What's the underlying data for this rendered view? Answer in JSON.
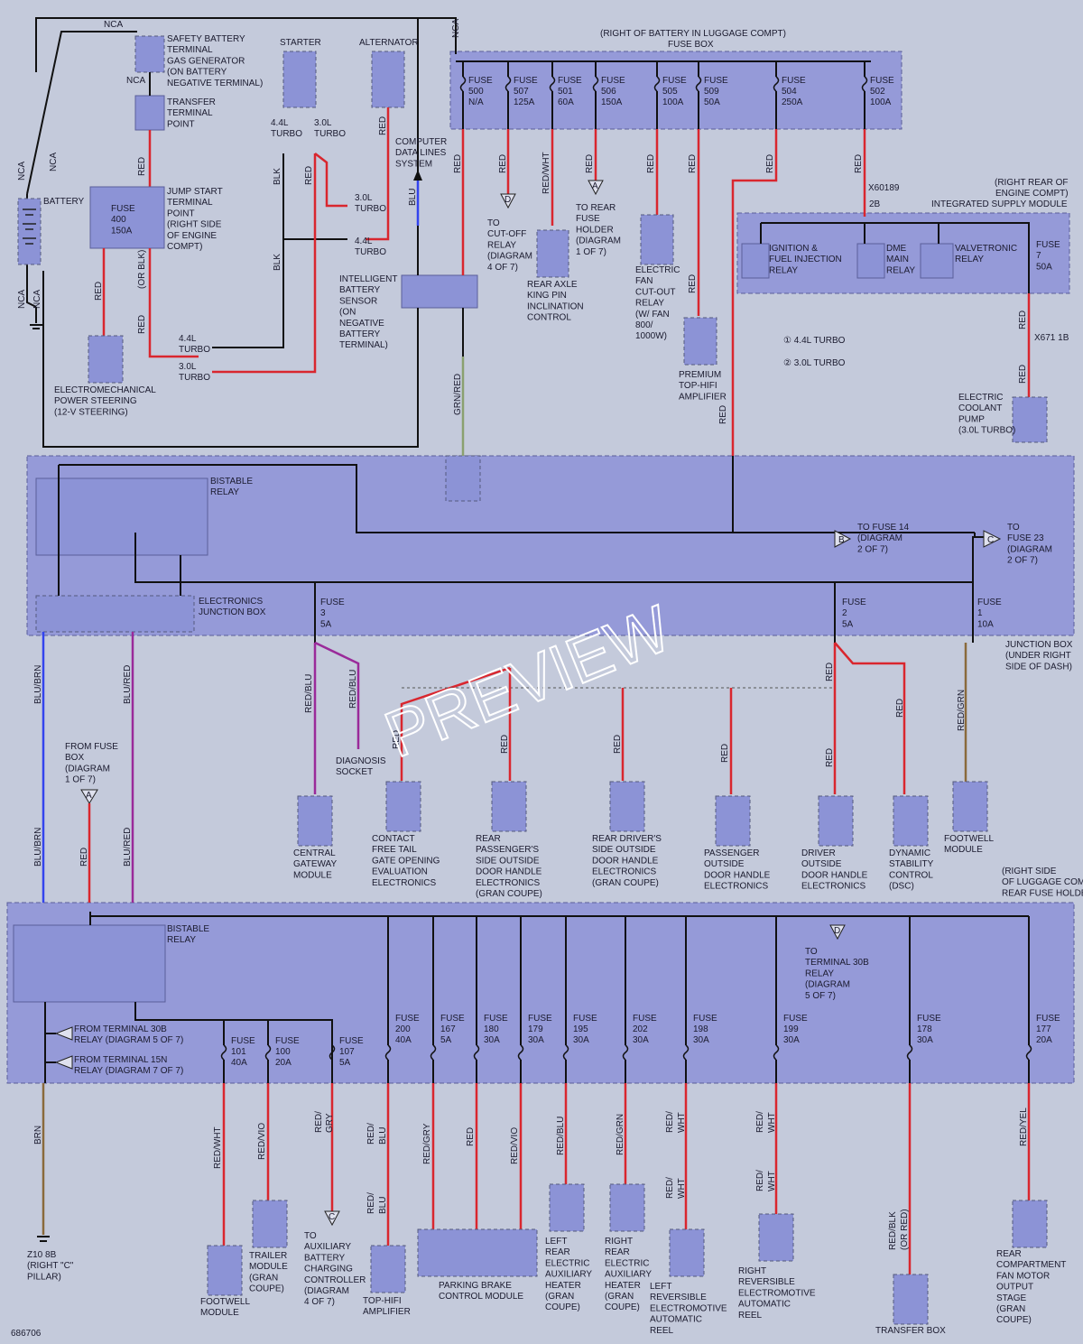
{
  "watermark": "PREVIEW",
  "diagram_id": "686706",
  "header": {
    "fuse_box_line1": "(RIGHT OF BATTERY IN LUGGAGE COMPT)",
    "fuse_box_line2": "FUSE BOX"
  },
  "battery": {
    "label": "BATTERY",
    "nca": "NCA"
  },
  "top_components": {
    "safety": [
      "SAFETY BATTERY",
      "TERMINAL",
      "GAS GENERATOR",
      "(ON BATTERY",
      "NEGATIVE TERMINAL)"
    ],
    "transfer": [
      "TRANSFER",
      "TERMINAL",
      "POINT"
    ],
    "starter": "STARTER",
    "alternator": "ALTERNATOR",
    "jump_start": [
      "JUMP START",
      "TERMINAL",
      "POINT",
      "(RIGHT SIDE",
      "OF ENGINE",
      "COMPT)"
    ],
    "fuse400": [
      "FUSE",
      "400",
      "150A"
    ],
    "eps": [
      "ELECTROMECHANICAL",
      "POWER STEERING",
      "(12-V STEERING)"
    ],
    "cdl": [
      "COMPUTER",
      "DATA LINES",
      "SYSTEM"
    ],
    "ibs": [
      "INTELLIGENT",
      "BATTERY",
      "SENSOR",
      "(ON",
      "NEGATIVE",
      "BATTERY",
      "TERMINAL)"
    ],
    "turbo44": [
      "4.4L",
      "TURBO"
    ],
    "turbo30": [
      "3.0L",
      "TURBO"
    ]
  },
  "top_fuses": [
    {
      "n": "500",
      "a": "N/A"
    },
    {
      "n": "507",
      "a": "125A"
    },
    {
      "n": "501",
      "a": "60A"
    },
    {
      "n": "506",
      "a": "150A"
    },
    {
      "n": "505",
      "a": "100A"
    },
    {
      "n": "509",
      "a": "50A"
    },
    {
      "n": "504",
      "a": "250A"
    },
    {
      "n": "502",
      "a": "100A"
    }
  ],
  "top_loads": {
    "cutoff": [
      "TO",
      "CUT-OFF",
      "RELAY",
      "(DIAGRAM",
      "4 OF 7)"
    ],
    "rear_axle": [
      "REAR AXLE",
      "KING PIN",
      "INCLINATION",
      "CONTROL"
    ],
    "rear_fuse": [
      "TO REAR",
      "FUSE",
      "HOLDER",
      "(DIAGRAM",
      "1 OF 7)"
    ],
    "efan": [
      "ELECTRIC",
      "FAN",
      "CUT-OUT",
      "RELAY",
      "(W/ FAN",
      "800/",
      "1000W)"
    ],
    "hifi": [
      "PREMIUM",
      "TOP-HIFI",
      "AMPLIFIER"
    ],
    "coolant": [
      "ELECTRIC",
      "COOLANT",
      "PUMP",
      "(3.0L TURBO)"
    ]
  },
  "supply": {
    "label_a": "(RIGHT REAR OF",
    "label_b": "ENGINE COMPT)",
    "label_c": "INTEGRATED SUPPLY MODULE",
    "conn_a": "X60189",
    "conn_b": "2B",
    "ign": [
      "IGNITION &",
      "FUEL INJECTION",
      "RELAY"
    ],
    "dme": [
      "DME",
      "MAIN",
      "RELAY"
    ],
    "valve": [
      "VALVETRONIC",
      "RELAY"
    ],
    "fuse7": [
      "FUSE",
      "7",
      "50A"
    ],
    "x671": "X671 1B",
    "legend1": "4.4L TURBO",
    "legend2": "3.0L TURBO"
  },
  "ejb": {
    "bistable": [
      "BISTABLE",
      "RELAY"
    ],
    "ejb_label": [
      "ELECTRONICS",
      "JUNCTION BOX"
    ],
    "to_fuse14": [
      "TO FUSE 14",
      "(DIAGRAM",
      "2 OF 7)"
    ],
    "to_fuse23": [
      "TO",
      "FUSE 23",
      "(DIAGRAM",
      "2 OF 7)"
    ],
    "fuse3": [
      "FUSE",
      "3",
      "5A"
    ],
    "fuse2": [
      "FUSE",
      "2",
      "5A"
    ],
    "fuse1": [
      "FUSE",
      "1",
      "10A"
    ],
    "jbox": [
      "JUNCTION BOX",
      "(UNDER RIGHT",
      "SIDE OF DASH)"
    ]
  },
  "mid_loads": {
    "from_fuse_box": [
      "FROM FUSE",
      "BOX",
      "(DIAGRAM",
      "1 OF 7)"
    ],
    "cgm": [
      "CENTRAL",
      "GATEWAY",
      "MODULE"
    ],
    "diag": [
      "DIAGNOSIS",
      "SOCKET"
    ],
    "contact": [
      "CONTACT",
      "FREE TAIL",
      "GATE OPENING",
      "EVALUATION",
      "ELECTRONICS"
    ],
    "rpass": [
      "REAR",
      "PASSENGER'S",
      "SIDE OUTSIDE",
      "DOOR HANDLE",
      "ELECTRONICS",
      "(GRAN COUPE)"
    ],
    "rdrv": [
      "REAR DRIVER'S",
      "SIDE OUTSIDE",
      "DOOR HANDLE",
      "ELECTRONICS",
      "(GRAN COUPE)"
    ],
    "pass": [
      "PASSENGER",
      "OUTSIDE",
      "DOOR HANDLE",
      "ELECTRONICS"
    ],
    "drv": [
      "DRIVER",
      "OUTSIDE",
      "DOOR HANDLE",
      "ELECTRONICS"
    ],
    "dsc": [
      "DYNAMIC",
      "STABILITY",
      "CONTROL",
      "(DSC)"
    ],
    "foot": [
      "FOOTWELL",
      "MODULE"
    ]
  },
  "rear": {
    "label": [
      "(RIGHT SIDE",
      "OF LUGGAGE COMPT)",
      "REAR FUSE HOLDER"
    ],
    "bistable": [
      "BISTABLE",
      "RELAY"
    ],
    "term30b": [
      "TO",
      "TERMINAL 30B",
      "RELAY",
      "(DIAGRAM",
      "5 OF 7)"
    ],
    "from30b": [
      "FROM TERMINAL 30B",
      "RELAY (DIAGRAM 5 OF 7)"
    ],
    "from15n": [
      "FROM TERMINAL 15N",
      "RELAY (DIAGRAM 7 OF 7)"
    ],
    "fuses": [
      {
        "n": "101",
        "a": "40A"
      },
      {
        "n": "100",
        "a": "20A"
      },
      {
        "n": "107",
        "a": "5A"
      },
      {
        "n": "200",
        "a": "40A"
      },
      {
        "n": "167",
        "a": "5A"
      },
      {
        "n": "180",
        "a": "30A"
      },
      {
        "n": "179",
        "a": "30A"
      },
      {
        "n": "195",
        "a": "30A"
      },
      {
        "n": "202",
        "a": "30A"
      },
      {
        "n": "198",
        "a": "30A"
      },
      {
        "n": "199",
        "a": "30A"
      },
      {
        "n": "178",
        "a": "30A"
      },
      {
        "n": "177",
        "a": "20A"
      }
    ],
    "fuse_word": "FUSE"
  },
  "bottom_loads": {
    "ground": [
      "Z10 8B",
      "(RIGHT \"C\"",
      "PILLAR)"
    ],
    "foot": [
      "FOOTWELL",
      "MODULE"
    ],
    "trailer": [
      "TRAILER",
      "MODULE",
      "(GRAN",
      "COUPE)"
    ],
    "aux": [
      "TO",
      "AUXILIARY",
      "BATTERY",
      "CHARGING",
      "CONTROLLER",
      "(DIAGRAM",
      "4 OF 7)"
    ],
    "hifi": [
      "TOP-HIFI",
      "AMPLIFIER"
    ],
    "pbrake": [
      "PARKING BRAKE",
      "CONTROL MODULE"
    ],
    "lheat": [
      "LEFT",
      "REAR",
      "ELECTRIC",
      "AUXILIARY",
      "HEATER",
      "(GRAN",
      "COUPE)"
    ],
    "rheat": [
      "RIGHT",
      "REAR",
      "ELECTRIC",
      "AUXILIARY",
      "HEATER",
      "(GRAN",
      "COUPE)"
    ],
    "lreel": [
      "LEFT",
      "REVERSIBLE",
      "ELECTROMOTIVE",
      "AUTOMATIC",
      "REEL"
    ],
    "rreel": [
      "RIGHT",
      "REVERSIBLE",
      "ELECTROMOTIVE",
      "AUTOMATIC",
      "REEL"
    ],
    "transfer": [
      "TRANSFER BOX"
    ],
    "rcfan": [
      "REAR",
      "COMPARTMENT",
      "FAN MOTOR",
      "OUTPUT",
      "STAGE",
      "(GRAN",
      "COUPE)"
    ]
  },
  "wires": {
    "red": "RED",
    "blk": "BLK",
    "blu": "BLU",
    "brn": "BRN",
    "redwht": "RED/WHT",
    "redblu": "RED/BLU",
    "redgrn": "RED/GRN",
    "redvio": "RED/VIO",
    "redgry": "RED/GRY",
    "redyel": "RED/YEL",
    "grnred": "GRN/RED",
    "blubrn": "BLU/BRN",
    "blured": "BLU/RED",
    "redblk": "RED/BLK",
    "orred": "(OR RED)",
    "orblk": "(OR BLK)",
    "redslash": "RED/",
    "wht": "WHT",
    "gry": "GRY",
    "vio": "VIO"
  }
}
